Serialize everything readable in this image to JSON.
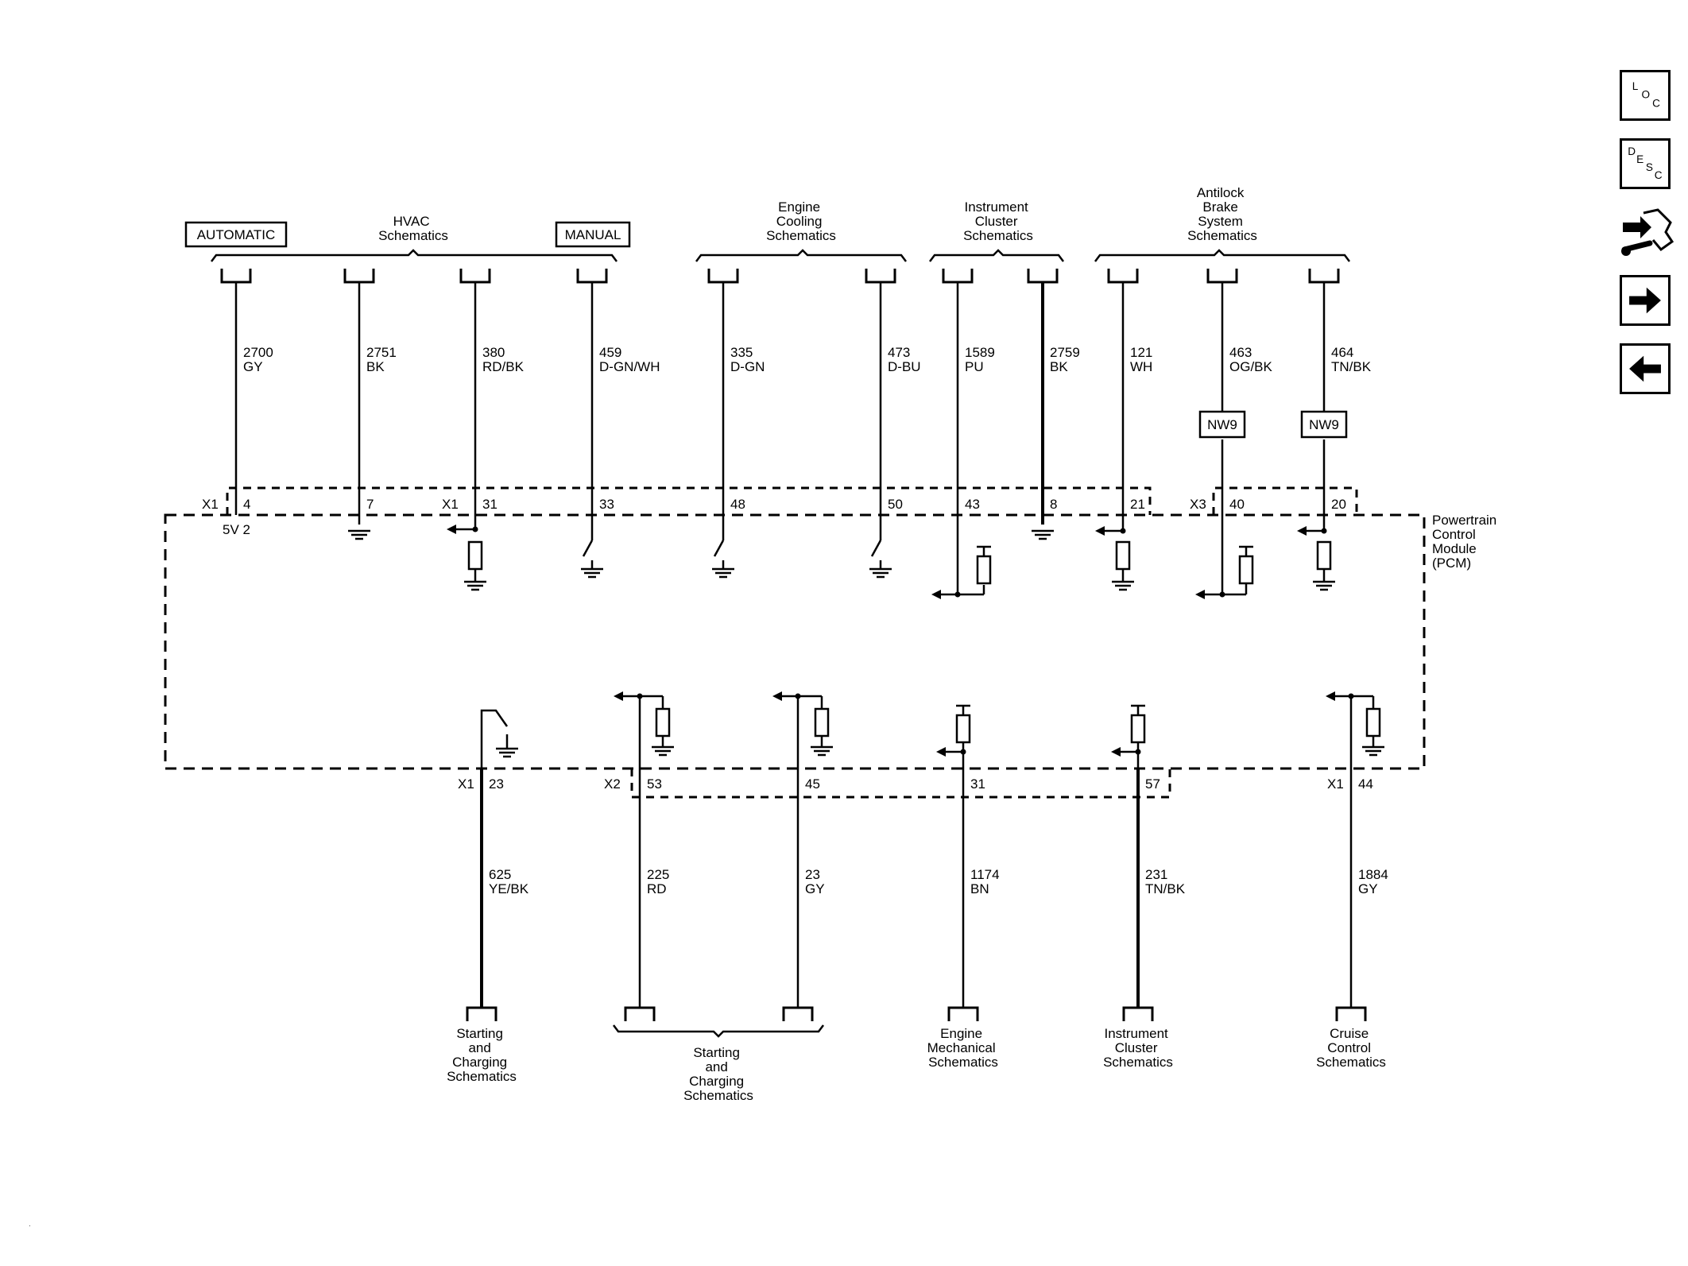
{
  "nav": {
    "loc": {
      "l1": "L",
      "l2": "O",
      "l3": "C"
    },
    "desc": {
      "l1": "D",
      "l2": "E",
      "l3": "S",
      "l4": "C"
    }
  },
  "top_groups": [
    {
      "lines": [
        "HVAC",
        "Schematics"
      ]
    },
    {
      "lines": [
        "Engine",
        "Cooling",
        "Schematics"
      ]
    },
    {
      "lines": [
        "Instrument",
        "Cluster",
        "Schematics"
      ]
    },
    {
      "lines": [
        "Antilock",
        "Brake",
        "System",
        "Schematics"
      ]
    }
  ],
  "boxes": {
    "automatic": "AUTOMATIC",
    "manual": "MANUAL",
    "nw9_a": "NW9",
    "nw9_b": "NW9"
  },
  "top_wires": [
    {
      "circuit": "2700",
      "color": "GY",
      "pin": "4"
    },
    {
      "circuit": "2751",
      "color": "BK",
      "pin": "7"
    },
    {
      "circuit": "380",
      "color": "RD/BK",
      "pin": "31"
    },
    {
      "circuit": "459",
      "color": "D-GN/WH",
      "pin": "33"
    },
    {
      "circuit": "335",
      "color": "D-GN",
      "pin": "48"
    },
    {
      "circuit": "473",
      "color": "D-BU",
      "pin": "50"
    },
    {
      "circuit": "1589",
      "color": "PU",
      "pin": "43"
    },
    {
      "circuit": "2759",
      "color": "BK",
      "pin": "8"
    },
    {
      "circuit": "121",
      "color": "WH",
      "pin": "21"
    },
    {
      "circuit": "463",
      "color": "OG/BK",
      "pin": "40"
    },
    {
      "circuit": "464",
      "color": "TN/BK",
      "pin": "20"
    }
  ],
  "bottom_wires": [
    {
      "circuit": "625",
      "color": "YE/BK",
      "pin": "23"
    },
    {
      "circuit": "225",
      "color": "RD",
      "pin": "53"
    },
    {
      "circuit": "23",
      "color": "GY",
      "pin": "45"
    },
    {
      "circuit": "1174",
      "color": "BN",
      "pin": "31"
    },
    {
      "circuit": "231",
      "color": "TN/BK",
      "pin": "57"
    },
    {
      "circuit": "1884",
      "color": "GY",
      "pin": "44"
    }
  ],
  "connectors": {
    "x1_a": "X1",
    "x1_b": "X1",
    "x3": "X3",
    "x1_c": "X1",
    "x2": "X2",
    "x1_d": "X1"
  },
  "ref_5v": "5V 2",
  "module_label": [
    "Powertrain",
    "Control",
    "Module",
    "(PCM)"
  ],
  "bottom_dest": [
    {
      "lines": [
        "Starting",
        "and",
        "Charging",
        "Schematics"
      ]
    },
    {
      "lines": [
        "Starting",
        "and",
        "Charging",
        "Schematics"
      ]
    },
    {
      "lines": [
        "Engine",
        "Mechanical",
        "Schematics"
      ]
    },
    {
      "lines": [
        "Instrument",
        "Cluster",
        "Schematics"
      ]
    },
    {
      "lines": [
        "Cruise",
        "Control",
        "Schematics"
      ]
    }
  ]
}
